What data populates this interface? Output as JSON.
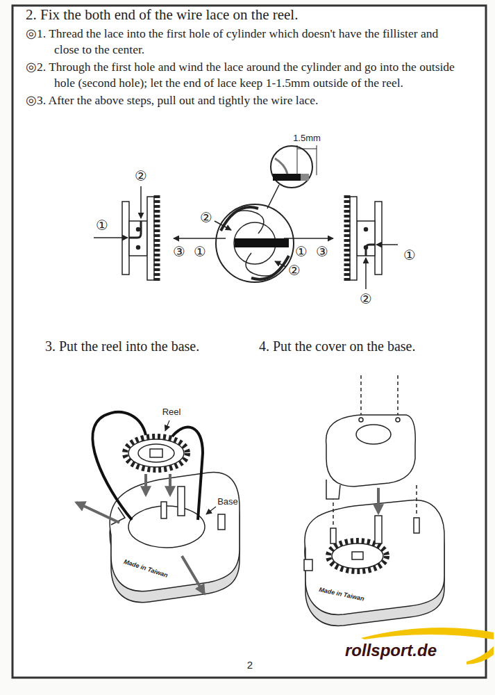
{
  "diagram": {
    "title": "2. Fix the both end of the wire lace on the reel.",
    "labels": [
      "◎1. Thread the lace into the first hole of cylinder which doesn't have the fillister and close to the center.",
      "◎2. Through the first hole and wind the lace around the cylinder and go into the outside hole (second hole); let the end of lace keep 1-1.5mm outside of the reel.",
      "◎3. After the above steps, pull out and tightly the wire lace.",
      "1.5mm",
      "②",
      "①",
      "②",
      "③",
      "①",
      "①",
      "③",
      "②",
      "①",
      "②",
      "3. Put the reel into the base.",
      "4. Put the cover on the base.",
      "Reel",
      "Base",
      "Made in Taiwan",
      "Made in Taiwan",
      "2",
      "rollsport.de"
    ]
  }
}
